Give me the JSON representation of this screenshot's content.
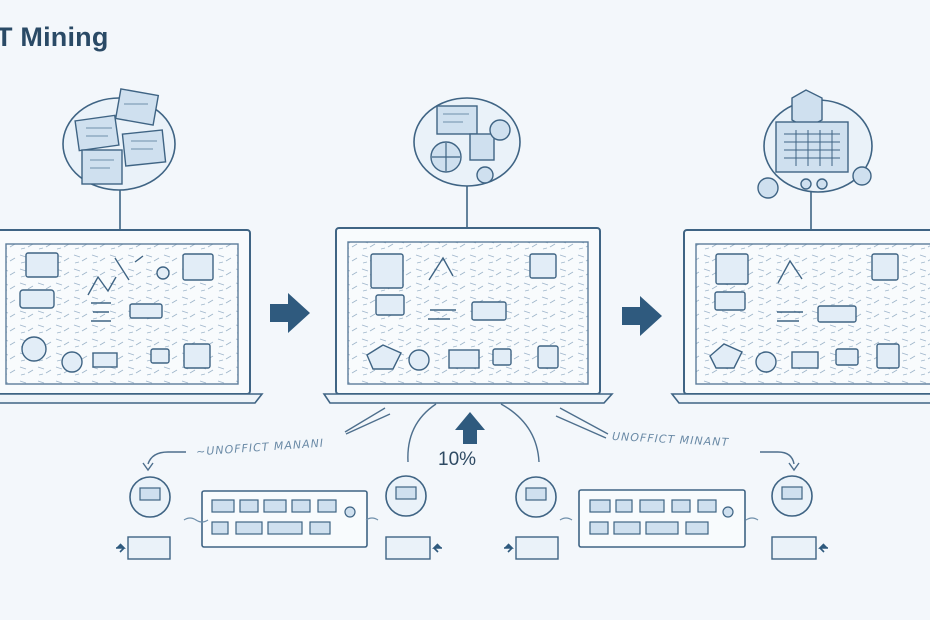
{
  "header": {
    "title": "T Mining"
  },
  "center": {
    "percent": "10%"
  },
  "notes": {
    "left_script": "~UNOFFICT MANANI",
    "right_script": "UNOFFICT MINANT"
  },
  "colors": {
    "ink": "#3f6484",
    "ink_dark": "#2e4a63",
    "fill_light": "#e2edf7",
    "accent": "#2f5a7e",
    "background": "#f3f7fb"
  },
  "icons": [
    "arrow-right-icon",
    "arrow-up-icon",
    "laptop-icon",
    "document-cluster-icon",
    "cube-icon",
    "dashboard-icon"
  ]
}
